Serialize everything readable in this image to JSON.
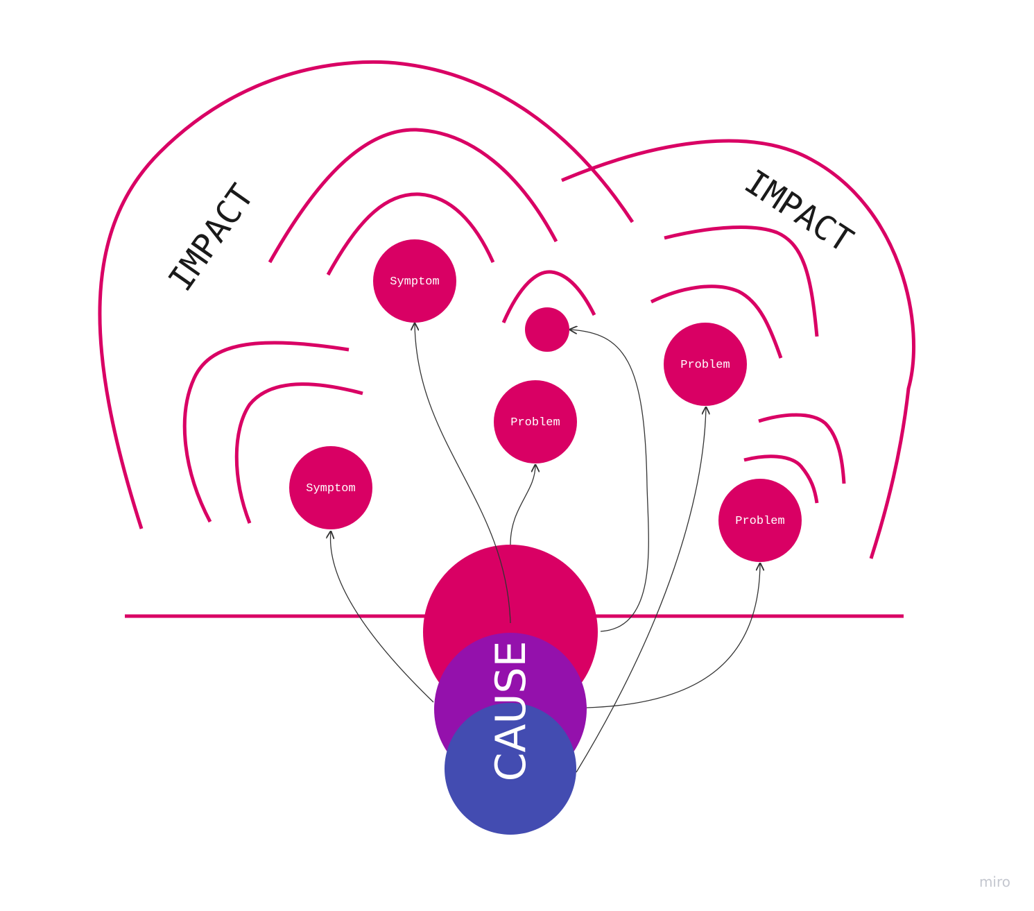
{
  "diagram": {
    "impact_left": "IMPACT",
    "impact_right": "IMPACT",
    "cause": "CAUSE",
    "nodes": {
      "symptom_top": "Symptom",
      "symptom_left": "Symptom",
      "problem_center": "Problem",
      "problem_right": "Problem",
      "problem_lower_right": "Problem"
    }
  },
  "colors": {
    "magenta": "#d90064",
    "purple": "#9411ac",
    "blue": "#434cb1",
    "arrow": "#333333"
  },
  "watermark": "miro"
}
